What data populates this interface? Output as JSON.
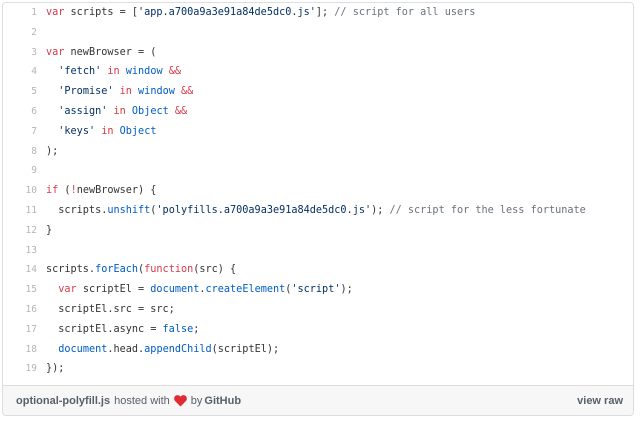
{
  "code": {
    "line_numbers": [
      "1",
      "2",
      "3",
      "4",
      "5",
      "6",
      "7",
      "8",
      "9",
      "10",
      "11",
      "12",
      "13",
      "14",
      "15",
      "16",
      "17",
      "18",
      "19"
    ],
    "lines": [
      [
        {
          "t": "var",
          "c": "kw"
        },
        {
          "t": " scripts = ["
        },
        {
          "t": "'app.a700a9a3e91a84de5dc0.js'",
          "c": "str"
        },
        {
          "t": "]; "
        },
        {
          "t": "// script for all users",
          "c": "com"
        }
      ],
      [],
      [
        {
          "t": "var",
          "c": "kw"
        },
        {
          "t": " newBrowser = ("
        }
      ],
      [
        {
          "t": "  "
        },
        {
          "t": "'fetch'",
          "c": "str"
        },
        {
          "t": " "
        },
        {
          "t": "in",
          "c": "kw"
        },
        {
          "t": " "
        },
        {
          "t": "window",
          "c": "ent"
        },
        {
          "t": " "
        },
        {
          "t": "&&",
          "c": "kw"
        }
      ],
      [
        {
          "t": "  "
        },
        {
          "t": "'Promise'",
          "c": "str"
        },
        {
          "t": " "
        },
        {
          "t": "in",
          "c": "kw"
        },
        {
          "t": " "
        },
        {
          "t": "window",
          "c": "ent"
        },
        {
          "t": " "
        },
        {
          "t": "&&",
          "c": "kw"
        }
      ],
      [
        {
          "t": "  "
        },
        {
          "t": "'assign'",
          "c": "str"
        },
        {
          "t": " "
        },
        {
          "t": "in",
          "c": "kw"
        },
        {
          "t": " "
        },
        {
          "t": "Object",
          "c": "ent"
        },
        {
          "t": " "
        },
        {
          "t": "&&",
          "c": "kw"
        }
      ],
      [
        {
          "t": "  "
        },
        {
          "t": "'keys'",
          "c": "str"
        },
        {
          "t": " "
        },
        {
          "t": "in",
          "c": "kw"
        },
        {
          "t": " "
        },
        {
          "t": "Object",
          "c": "ent"
        }
      ],
      [
        {
          "t": ");"
        }
      ],
      [],
      [
        {
          "t": "if",
          "c": "kw"
        },
        {
          "t": " ("
        },
        {
          "t": "!",
          "c": "kw"
        },
        {
          "t": "newBrowser) {"
        }
      ],
      [
        {
          "t": "  scripts."
        },
        {
          "t": "unshift",
          "c": "ent"
        },
        {
          "t": "("
        },
        {
          "t": "'polyfills.a700a9a3e91a84de5dc0.js'",
          "c": "str"
        },
        {
          "t": "); "
        },
        {
          "t": "// script for the less fortunate",
          "c": "com"
        }
      ],
      [
        {
          "t": "}"
        }
      ],
      [],
      [
        {
          "t": "scripts."
        },
        {
          "t": "forEach",
          "c": "ent"
        },
        {
          "t": "("
        },
        {
          "t": "function",
          "c": "kw"
        },
        {
          "t": "(src) {"
        }
      ],
      [
        {
          "t": "  "
        },
        {
          "t": "var",
          "c": "kw"
        },
        {
          "t": " scriptEl = "
        },
        {
          "t": "document",
          "c": "ent"
        },
        {
          "t": "."
        },
        {
          "t": "createElement",
          "c": "ent"
        },
        {
          "t": "("
        },
        {
          "t": "'script'",
          "c": "str"
        },
        {
          "t": ");"
        }
      ],
      [
        {
          "t": "  scriptEl.src = src;"
        }
      ],
      [
        {
          "t": "  scriptEl.async = "
        },
        {
          "t": "false",
          "c": "ent"
        },
        {
          "t": ";"
        }
      ],
      [
        {
          "t": "  "
        },
        {
          "t": "document",
          "c": "ent"
        },
        {
          "t": ".head."
        },
        {
          "t": "appendChild",
          "c": "ent"
        },
        {
          "t": "(scriptEl);"
        }
      ],
      [
        {
          "t": "});"
        }
      ]
    ]
  },
  "footer": {
    "file_name": "optional-polyfill.js",
    "hosted_with": "hosted with",
    "by": "by",
    "github": "GitHub",
    "view_raw": "view raw",
    "heart_icon": "heart-icon",
    "heart_color": "#e02b35"
  }
}
